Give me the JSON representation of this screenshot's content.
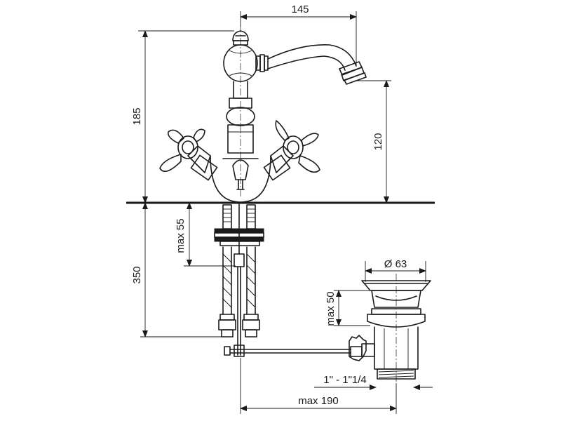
{
  "dimensions": {
    "spout_reach": "145",
    "total_height": "185",
    "spout_height": "120",
    "max_thickness_mount": "max 55",
    "hose_length": "350",
    "waste_diameter": "Ø 63",
    "max_thickness_waste": "max 50",
    "waste_thread": "1\" - 1\"1/4",
    "max_offset": "max 190"
  }
}
